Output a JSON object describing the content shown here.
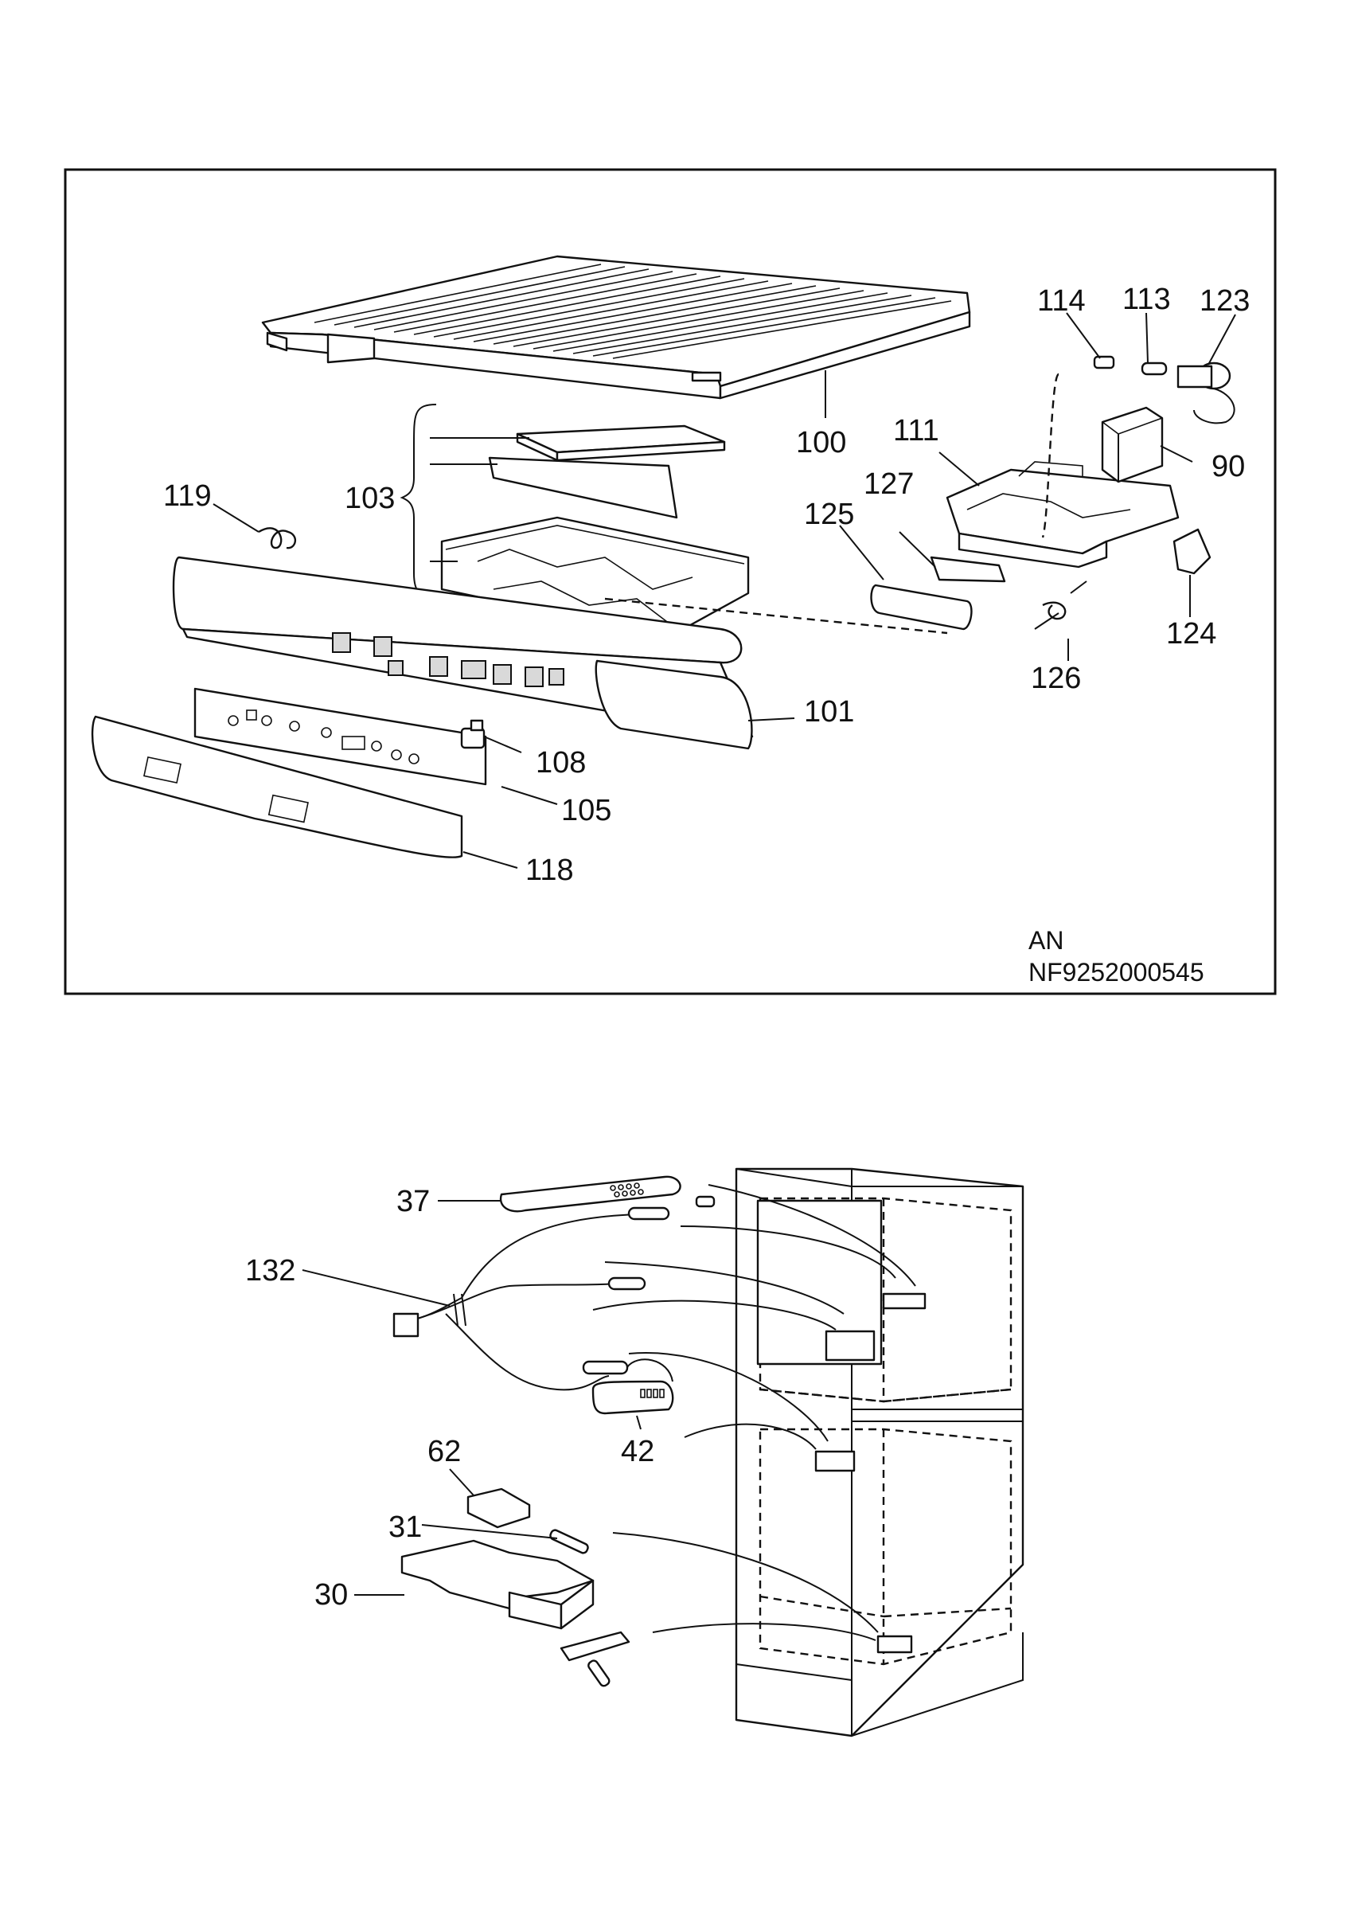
{
  "diagram": {
    "top_panel": {
      "callouts": {
        "c100": "100",
        "c101": "101",
        "c103": "103",
        "c105": "105",
        "c108": "108",
        "c111": "111",
        "c113": "113",
        "c114": "114",
        "c118": "118",
        "c119": "119",
        "c123": "123",
        "c124": "124",
        "c125": "125",
        "c126": "126",
        "c127": "127",
        "c90": "90"
      },
      "code_label": "AN",
      "drawing_number": "NF9252000545"
    },
    "bottom_panel": {
      "callouts": {
        "c37": "37",
        "c132": "132",
        "c42": "42",
        "c62": "62",
        "c31": "31",
        "c30": "30"
      }
    }
  }
}
